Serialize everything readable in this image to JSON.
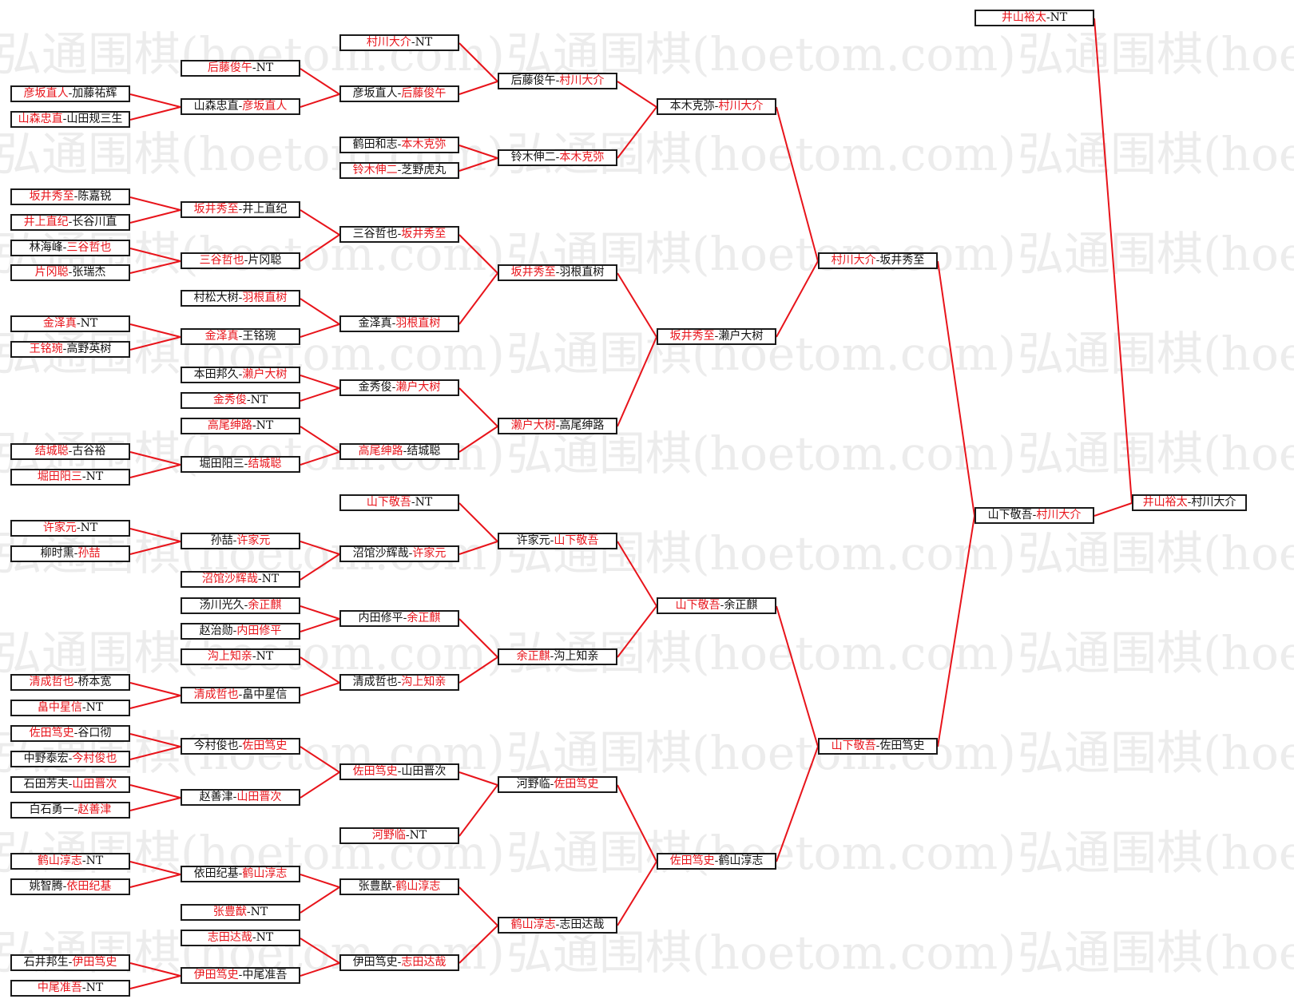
{
  "watermark": {
    "text": "弘通围棋(hoetom.com)"
  },
  "colors": {
    "winner": "#e8141b",
    "loser": "#111111",
    "line": "#e8141b",
    "border": "#1a1a1a"
  },
  "matches": [
    {
      "id": "a1",
      "a": "彦坂直人",
      "b": "加藤祐辉",
      "winner": "a"
    },
    {
      "id": "a2",
      "a": "山森忠直",
      "b": "山田规三生",
      "winner": "a"
    },
    {
      "id": "a3",
      "a": "坂井秀至",
      "b": "陈嘉锐",
      "winner": "a"
    },
    {
      "id": "a4",
      "a": "井上直纪",
      "b": "长谷川直",
      "winner": "a"
    },
    {
      "id": "a5",
      "a": "林海峰",
      "b": "三谷哲也",
      "winner": "b"
    },
    {
      "id": "a6",
      "a": "片冈聪",
      "b": "张瑞杰",
      "winner": "a"
    },
    {
      "id": "a7",
      "a": "金泽真",
      "b": "NT",
      "winner": "a"
    },
    {
      "id": "a8",
      "a": "王铭琬",
      "b": "高野英树",
      "winner": "a"
    },
    {
      "id": "a9",
      "a": "结城聪",
      "b": "古谷裕",
      "winner": "a"
    },
    {
      "id": "a10",
      "a": "堀田阳三",
      "b": "NT",
      "winner": "a"
    },
    {
      "id": "a11",
      "a": "许家元",
      "b": "NT",
      "winner": "a"
    },
    {
      "id": "a12",
      "a": "柳时熏",
      "b": "孙喆",
      "winner": "b"
    },
    {
      "id": "a13",
      "a": "清成哲也",
      "b": "桥本宽",
      "winner": "a"
    },
    {
      "id": "a14",
      "a": "畠中星信",
      "b": "NT",
      "winner": "a"
    },
    {
      "id": "a15",
      "a": "佐田笃史",
      "b": "谷口彻",
      "winner": "a"
    },
    {
      "id": "a16",
      "a": "中野泰宏",
      "b": "今村俊也",
      "winner": "b"
    },
    {
      "id": "a17",
      "a": "石田芳夫",
      "b": "山田晋次",
      "winner": "b"
    },
    {
      "id": "a18",
      "a": "白石勇一",
      "b": "赵善津",
      "winner": "b"
    },
    {
      "id": "a19",
      "a": "鹤山淳志",
      "b": "NT",
      "winner": "a"
    },
    {
      "id": "a20",
      "a": "姚智腾",
      "b": "依田纪基",
      "winner": "b"
    },
    {
      "id": "a21",
      "a": "石井邦生",
      "b": "伊田笃史",
      "winner": "b"
    },
    {
      "id": "a22",
      "a": "中尾准吾",
      "b": "NT",
      "winner": "a"
    },
    {
      "id": "b1",
      "a": "后藤俊午",
      "b": "NT",
      "winner": "a"
    },
    {
      "id": "b2",
      "a": "山森忠直",
      "b": "彦坂直人",
      "winner": "b"
    },
    {
      "id": "b3",
      "a": "坂井秀至",
      "b": "井上直纪",
      "winner": "a"
    },
    {
      "id": "b4",
      "a": "三谷哲也",
      "b": "片冈聪",
      "winner": "a"
    },
    {
      "id": "b5",
      "a": "村松大树",
      "b": "羽根直树",
      "winner": "b"
    },
    {
      "id": "b6",
      "a": "金泽真",
      "b": "王铭琬",
      "winner": "a"
    },
    {
      "id": "b7",
      "a": "本田邦久",
      "b": "濑户大树",
      "winner": "b"
    },
    {
      "id": "b8",
      "a": "金秀俊",
      "b": "NT",
      "winner": "a"
    },
    {
      "id": "b9",
      "a": "高尾绅路",
      "b": "NT",
      "winner": "a"
    },
    {
      "id": "b10",
      "a": "堀田阳三",
      "b": "结城聪",
      "winner": "b"
    },
    {
      "id": "b11",
      "a": "孙喆",
      "b": "许家元",
      "winner": "b"
    },
    {
      "id": "b12",
      "a": "沼馆沙辉哉",
      "b": "NT",
      "winner": "a"
    },
    {
      "id": "b13",
      "a": "汤川光久",
      "b": "余正麒",
      "winner": "b"
    },
    {
      "id": "b14",
      "a": "赵治勋",
      "b": "内田修平",
      "winner": "b"
    },
    {
      "id": "b15",
      "a": "沟上知亲",
      "b": "NT",
      "winner": "a"
    },
    {
      "id": "b16",
      "a": "清成哲也",
      "b": "畠中星信",
      "winner": "a"
    },
    {
      "id": "b17",
      "a": "今村俊也",
      "b": "佐田笃史",
      "winner": "b"
    },
    {
      "id": "b18",
      "a": "赵善津",
      "b": "山田晋次",
      "winner": "b"
    },
    {
      "id": "b19",
      "a": "依田纪基",
      "b": "鹤山淳志",
      "winner": "b"
    },
    {
      "id": "b20",
      "a": "张豊猷",
      "b": "NT",
      "winner": "a"
    },
    {
      "id": "b21",
      "a": "志田达哉",
      "b": "NT",
      "winner": "a"
    },
    {
      "id": "b22",
      "a": "伊田笃史",
      "b": "中尾准吾",
      "winner": "a"
    },
    {
      "id": "c1",
      "a": "村川大介",
      "b": "NT",
      "winner": "a"
    },
    {
      "id": "c2",
      "a": "彦坂直人",
      "b": "后藤俊午",
      "winner": "b"
    },
    {
      "id": "c3",
      "a": "鹤田和志",
      "b": "本木克弥",
      "winner": "b"
    },
    {
      "id": "c4",
      "a": "铃木伸二",
      "b": "芝野虎丸",
      "winner": "a"
    },
    {
      "id": "c5",
      "a": "三谷哲也",
      "b": "坂井秀至",
      "winner": "b"
    },
    {
      "id": "c6",
      "a": "金泽真",
      "b": "羽根直树",
      "winner": "b"
    },
    {
      "id": "c7",
      "a": "金秀俊",
      "b": "濑户大树",
      "winner": "b"
    },
    {
      "id": "c8",
      "a": "高尾绅路",
      "b": "结城聪",
      "winner": "a"
    },
    {
      "id": "c9",
      "a": "山下敬吾",
      "b": "NT",
      "winner": "a"
    },
    {
      "id": "c10",
      "a": "沼馆沙辉哉",
      "b": "许家元",
      "winner": "b"
    },
    {
      "id": "c11",
      "a": "内田修平",
      "b": "余正麒",
      "winner": "b"
    },
    {
      "id": "c12",
      "a": "清成哲也",
      "b": "沟上知亲",
      "winner": "b"
    },
    {
      "id": "c13",
      "a": "佐田笃史",
      "b": "山田晋次",
      "winner": "a"
    },
    {
      "id": "c14",
      "a": "河野临",
      "b": "NT",
      "winner": "a"
    },
    {
      "id": "c15",
      "a": "张豊猷",
      "b": "鹤山淳志",
      "winner": "b"
    },
    {
      "id": "c16",
      "a": "伊田笃史",
      "b": "志田达哉",
      "winner": "b"
    },
    {
      "id": "d1",
      "a": "后藤俊午",
      "b": "村川大介",
      "winner": "b"
    },
    {
      "id": "d2",
      "a": "铃木伸二",
      "b": "本木克弥",
      "winner": "b"
    },
    {
      "id": "d3",
      "a": "坂井秀至",
      "b": "羽根直树",
      "winner": "a"
    },
    {
      "id": "d4",
      "a": "濑户大树",
      "b": "高尾绅路",
      "winner": "a"
    },
    {
      "id": "d5",
      "a": "许家元",
      "b": "山下敬吾",
      "winner": "b"
    },
    {
      "id": "d6",
      "a": "余正麒",
      "b": "沟上知亲",
      "winner": "a"
    },
    {
      "id": "d7",
      "a": "河野临",
      "b": "佐田笃史",
      "winner": "b"
    },
    {
      "id": "d8",
      "a": "鹤山淳志",
      "b": "志田达哉",
      "winner": "a"
    },
    {
      "id": "e1",
      "a": "本木克弥",
      "b": "村川大介",
      "winner": "b"
    },
    {
      "id": "e2",
      "a": "坂井秀至",
      "b": "濑户大树",
      "winner": "a"
    },
    {
      "id": "e3",
      "a": "山下敬吾",
      "b": "余正麒",
      "winner": "a"
    },
    {
      "id": "e4",
      "a": "佐田笃史",
      "b": "鹤山淳志",
      "winner": "a"
    },
    {
      "id": "f1",
      "a": "村川大介",
      "b": "坂井秀至",
      "winner": "a"
    },
    {
      "id": "f2",
      "a": "山下敬吾",
      "b": "佐田笃史",
      "winner": "a"
    },
    {
      "id": "g1",
      "a": "山下敬吾",
      "b": "村川大介",
      "winner": "b"
    },
    {
      "id": "h1",
      "a": "井山裕太",
      "b": "NT",
      "winner": "a"
    },
    {
      "id": "i1",
      "a": "井山裕太",
      "b": "村川大介",
      "winner": "a"
    }
  ]
}
